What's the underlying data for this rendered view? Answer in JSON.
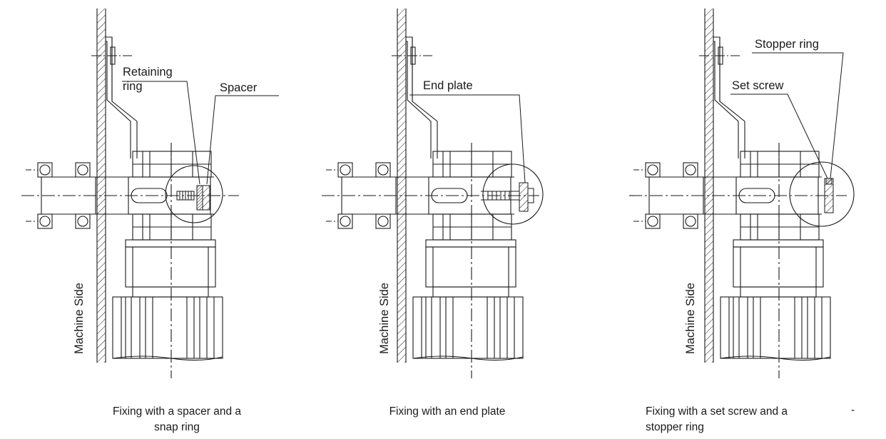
{
  "views": [
    {
      "id": "view-1",
      "side_label": "Machine Side",
      "callouts": [
        {
          "name": "retaining-ring",
          "text_lines": [
            "Retaining",
            "ring"
          ]
        },
        {
          "name": "spacer",
          "text_lines": [
            "Spacer"
          ]
        }
      ],
      "caption_lines": [
        "Fixing with a spacer and a",
        "snap ring"
      ]
    },
    {
      "id": "view-2",
      "side_label": "Machine Side",
      "callouts": [
        {
          "name": "end-plate",
          "text_lines": [
            "End plate"
          ]
        }
      ],
      "caption_lines": [
        "Fixing with an end plate"
      ]
    },
    {
      "id": "view-3",
      "side_label": "Machine Side",
      "callouts": [
        {
          "name": "stopper-ring",
          "text_lines": [
            "Stopper ring"
          ]
        },
        {
          "name": "set-screw",
          "text_lines": [
            "Set screw"
          ]
        }
      ],
      "caption_lines": [
        "Fixing with a set screw and a",
        "stopper ring"
      ],
      "trailing_mark": "-"
    }
  ],
  "colors": {
    "ink": "#1a1a1a",
    "background": "#ffffff"
  }
}
